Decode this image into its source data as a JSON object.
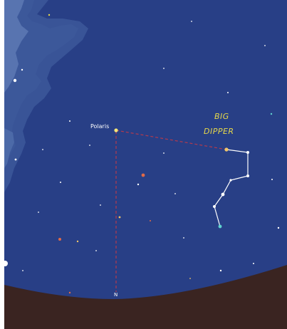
{
  "labels": {
    "polaris": "Polaris",
    "big": "BIG",
    "dipper": "DIPPER",
    "north": "N"
  },
  "colors": {
    "sky": "#283f86",
    "milky_way": "#4c6aa8",
    "ground": "#3a2421",
    "pointer_line": "#b33a4d",
    "constellation_line": "#ffffff",
    "label_yellow": "#e7d84a"
  }
}
